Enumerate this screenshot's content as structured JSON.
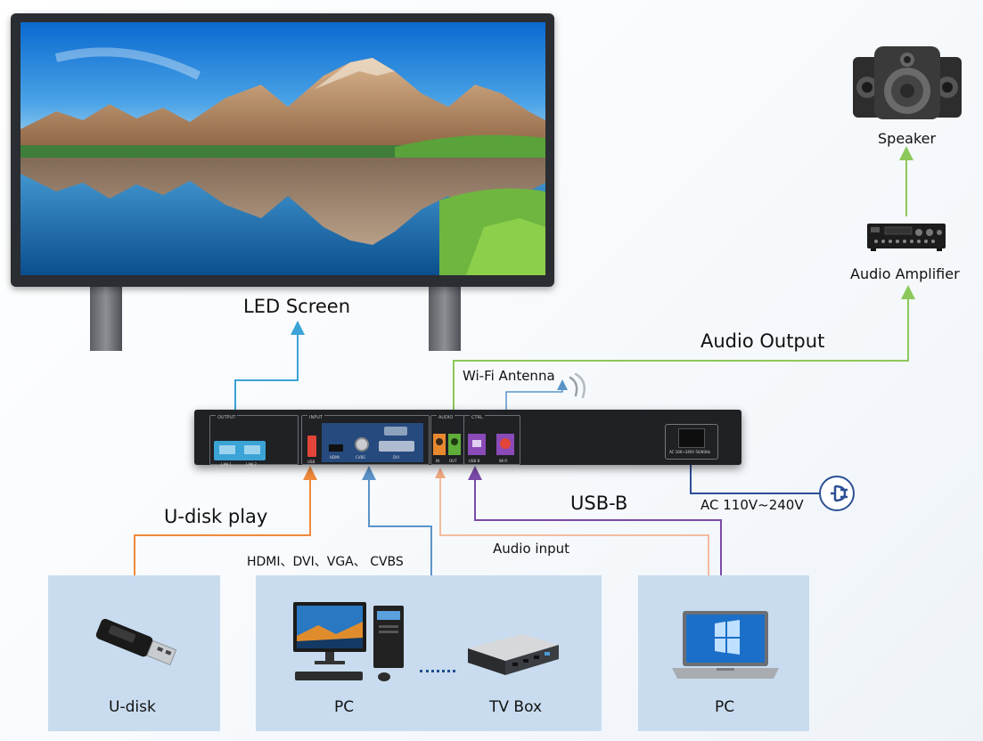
{
  "labels": {
    "led_screen": "LED Screen",
    "speaker": "Speaker",
    "audio_amplifier": "Audio Amplifier",
    "audio_output": "Audio Output",
    "wifi_antenna": "Wi-Fi Antenna",
    "udisk_play": "U-disk play",
    "usb_b": "USB-B",
    "ac_power": "AC 110V~240V",
    "video_inputs": "HDMI、DVI、VGA、 CVBS",
    "audio_input": "Audio input"
  },
  "device": {
    "panels": {
      "output": "OUTPUT",
      "input": "INPUT",
      "audio": "AUDIO",
      "ctrl": "CTRL"
    },
    "ports": {
      "lan1": "LAN 1",
      "lan2": "LAN 2",
      "usb": "USB",
      "hdmi": "HDMI",
      "cvbs": "CVBS",
      "dvi": "DVI",
      "audio_in": "IN",
      "audio_out": "OUT",
      "usb_b": "USB B",
      "wifi": "Wi-Fi",
      "ac": "AC 100~240V 50/60Hz"
    }
  },
  "sources": {
    "udisk": "U-disk",
    "pc": "PC",
    "tv_box": "TV Box",
    "pc_laptop": "PC"
  },
  "colors": {
    "lan_line": "#3ba3d6",
    "audio_out_line": "#8cc85a",
    "udisk_line": "#ef8a3c",
    "video_line": "#5b93c8",
    "audio_in_line": "#f2a880",
    "usb_b_line": "#7a4aa8",
    "ac_line": "#2c4f94",
    "box_fill": "#c9dcef"
  }
}
